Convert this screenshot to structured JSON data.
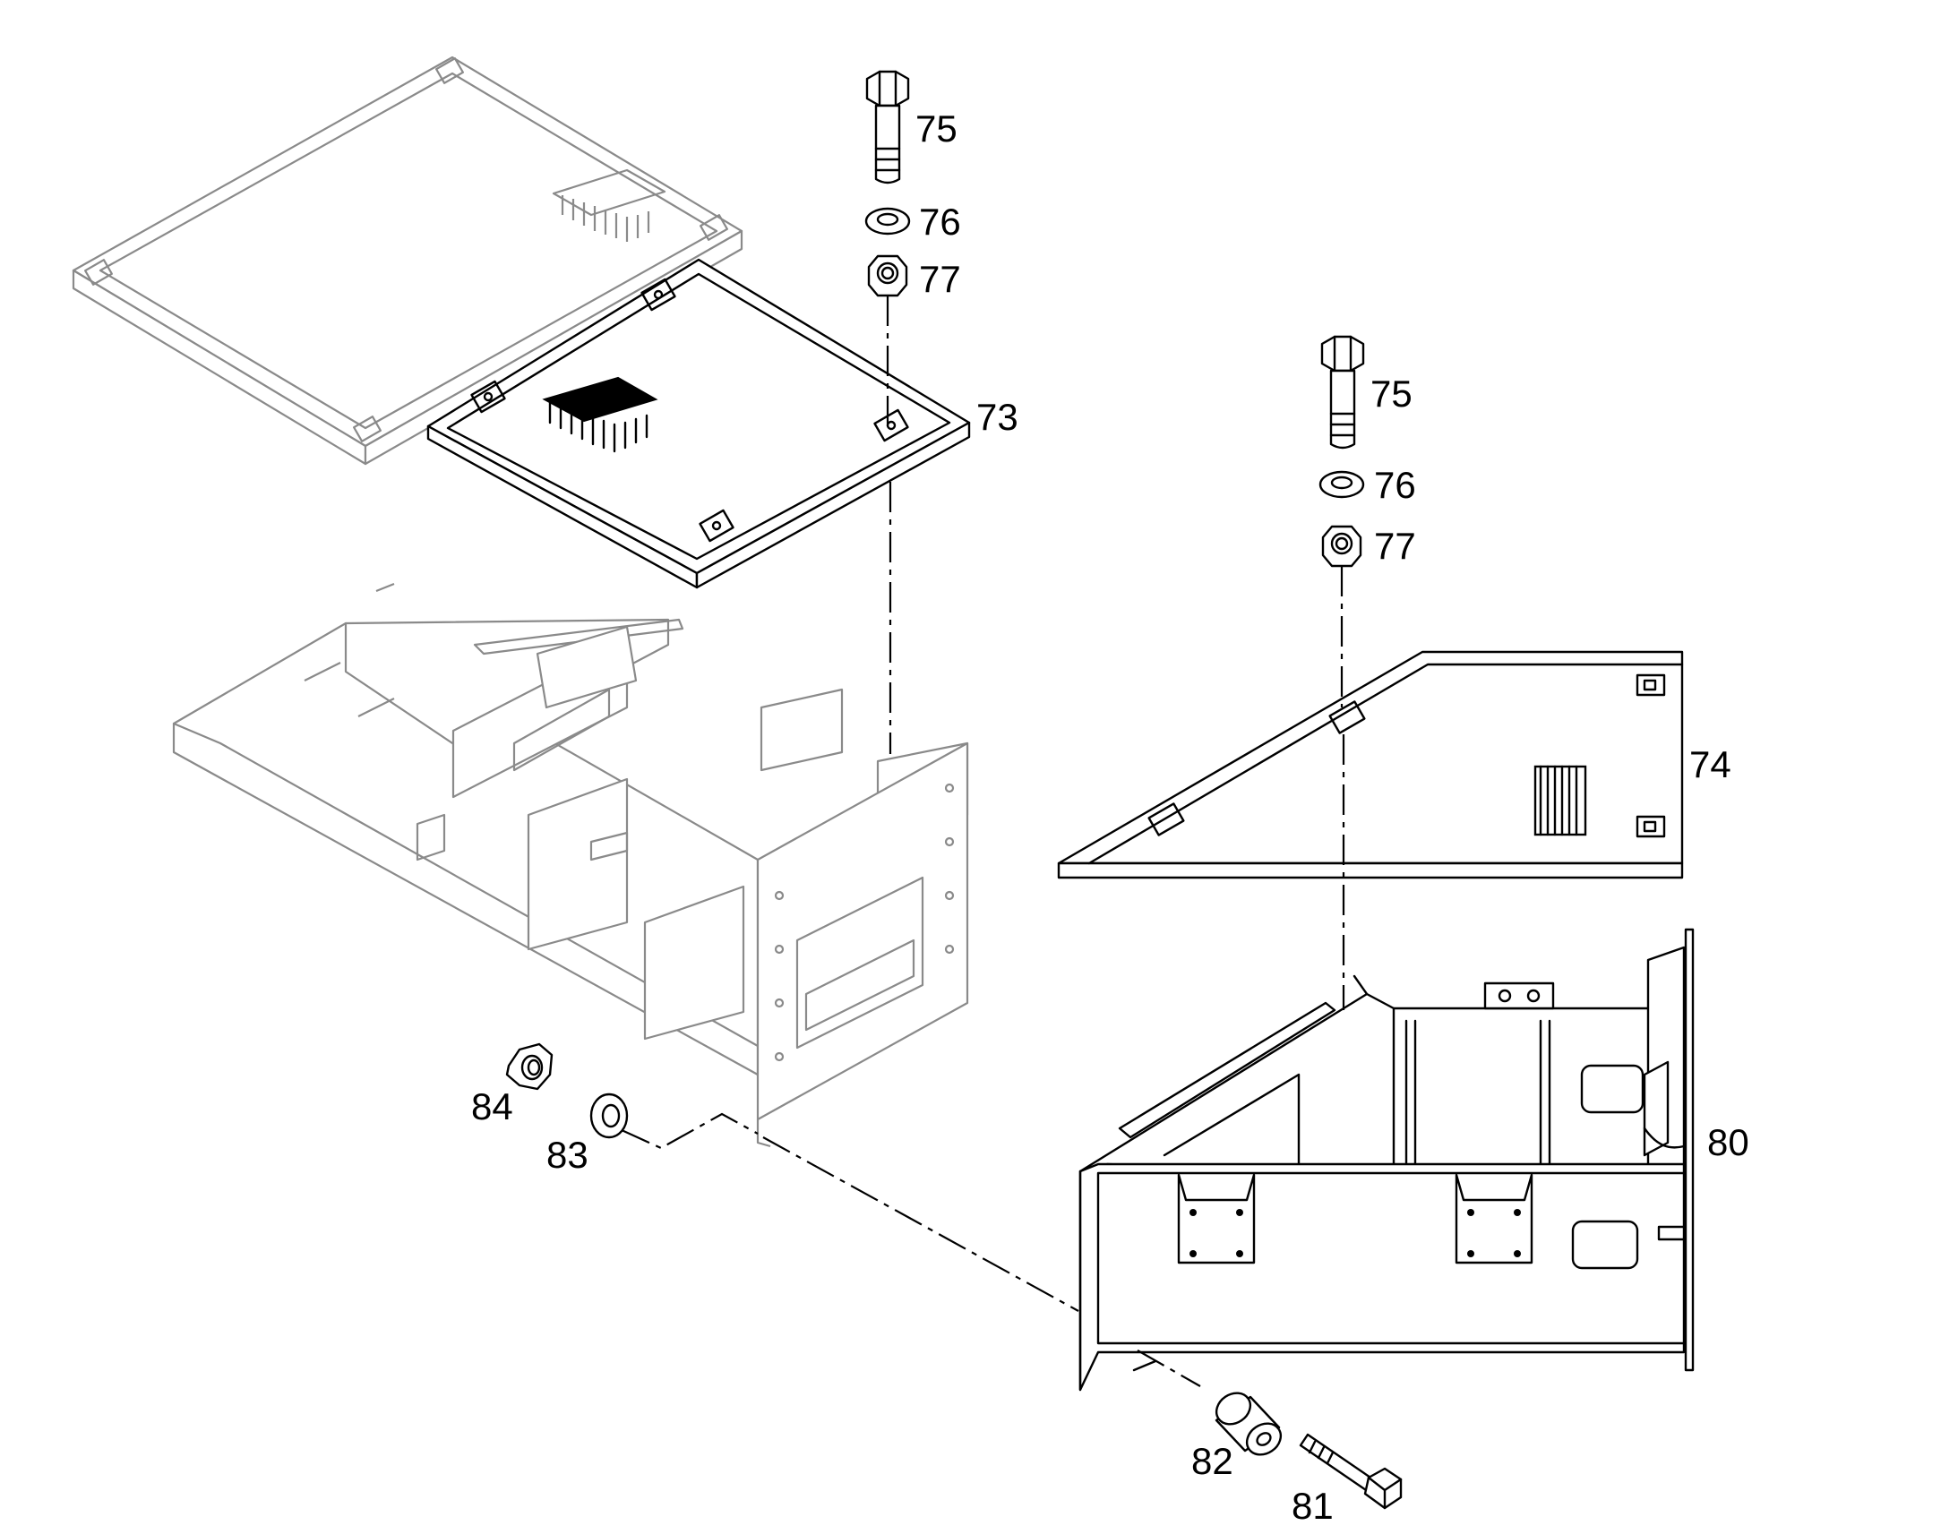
{
  "diagram": {
    "callouts": {
      "c73": "73",
      "c74": "74",
      "c75a": "75",
      "c76a": "76",
      "c77a": "77",
      "c75b": "75",
      "c76b": "76",
      "c77b": "77",
      "c80": "80",
      "c81": "81",
      "c82": "82",
      "c83": "83",
      "c84": "84"
    }
  }
}
